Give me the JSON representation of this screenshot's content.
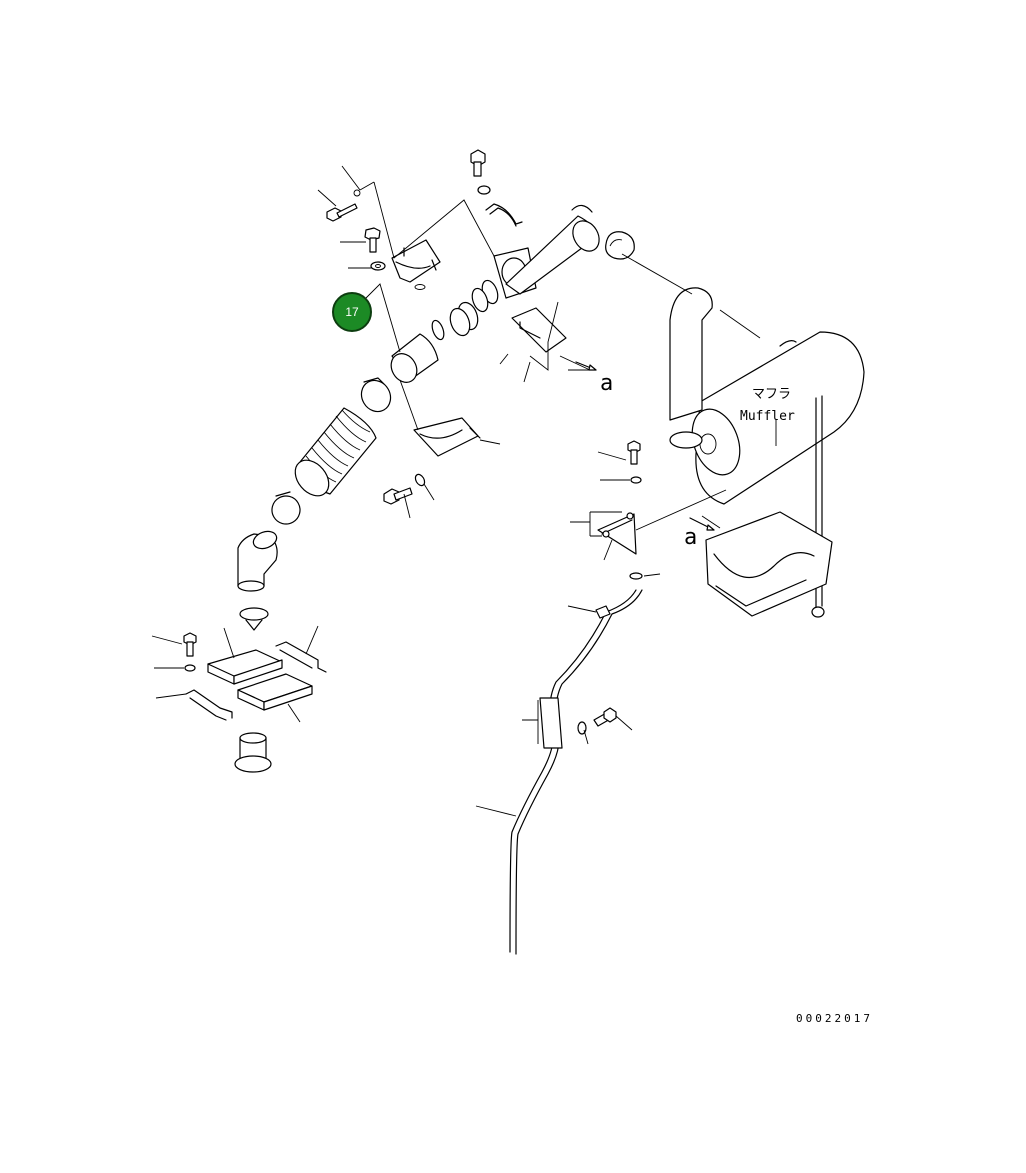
{
  "callout": {
    "number": "17",
    "color": "#1c8a25"
  },
  "labels": {
    "muffler_jp": "マフラ",
    "muffler_en": "Muffler",
    "ref_a_top": "a",
    "ref_a_right": "a"
  },
  "drawing_number": "00022017"
}
